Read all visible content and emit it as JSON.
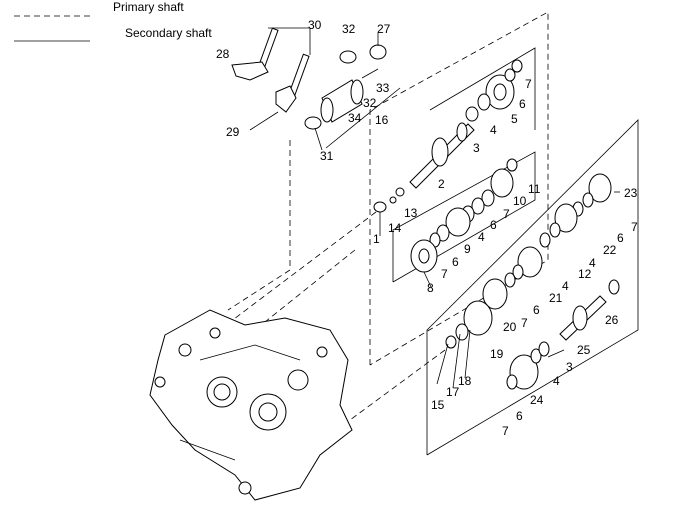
{
  "legend": {
    "primary": "Primary shaft",
    "secondary": "Secondary shaft"
  },
  "labels": [
    "30",
    "32",
    "27",
    "28",
    "33",
    "32",
    "34",
    "16",
    "29",
    "31",
    "7",
    "6",
    "5",
    "4",
    "3",
    "2",
    "11",
    "10",
    "7",
    "6",
    "4",
    "9",
    "13",
    "14",
    "1",
    "6",
    "7",
    "8",
    "23",
    "7",
    "6",
    "22",
    "4",
    "12",
    "4",
    "21",
    "7",
    "6",
    "20",
    "19",
    "18",
    "17",
    "15",
    "26",
    "25",
    "3",
    "4",
    "24",
    "6",
    "7"
  ]
}
